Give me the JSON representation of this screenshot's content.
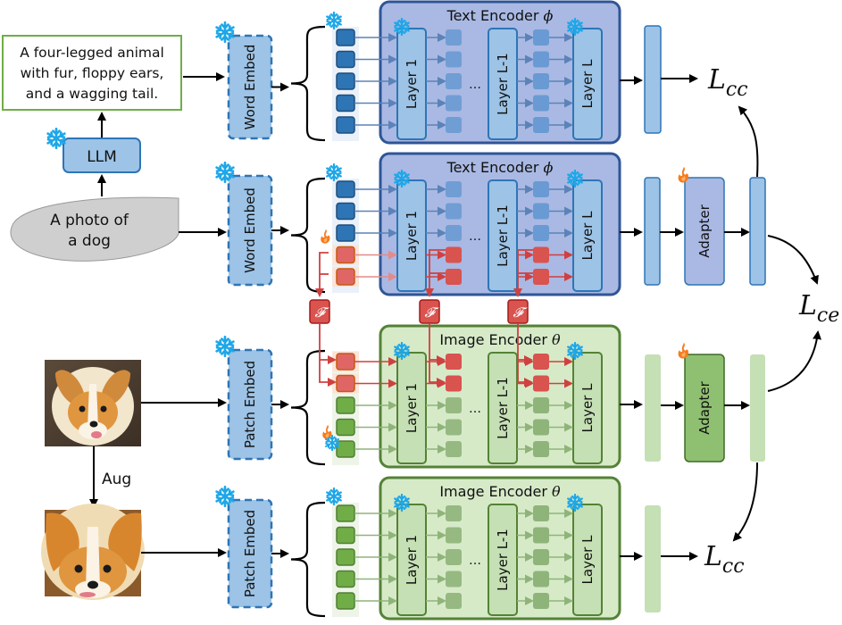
{
  "colors": {
    "text_encoder_fill": "#a9b9e3",
    "text_encoder_stroke": "#2f5597",
    "text_layer_fill": "#9dc3e6",
    "text_layer_stroke": "#2e75b6",
    "text_token": "#2e75b6",
    "text_token_stroke": "#1f4e79",
    "text_feature": "#6a9ad3",
    "image_encoder_fill": "#d6eac8",
    "image_encoder_stroke": "#548235",
    "image_layer_fill": "#c5e0b4",
    "image_token": "#70ad47",
    "image_token_stroke": "#507e32",
    "image_feature": "#8fb47a",
    "prompt_token": "#e06666",
    "prompt_token_stroke": "#c55a11",
    "fusion_fill": "#d9534f",
    "fusion_stroke": "#a61c1c",
    "snowflake": "#1ea7e8",
    "flame": "#f57c20",
    "embed_fill": "#9dc3e6",
    "embed_stroke": "#2e75b6",
    "description_border": "#70ad47",
    "input_text_fill": "#cfcfcf",
    "arrow": "#000000"
  },
  "inputs": {
    "description": [
      "A four-legged animal",
      "with fur, floppy ears,",
      "and a wagging tail."
    ],
    "llm_label": "LLM",
    "prompt": [
      "A photo of",
      "a dog"
    ],
    "aug_label": "Aug",
    "image_original": "dog-photo",
    "image_augmented": "dog-photo-augmented"
  },
  "embeds": {
    "word_embed": "Word Embed",
    "patch_embed": "Patch Embed"
  },
  "encoders": {
    "text_title": "Text Encoder",
    "text_symbol": "ϕ",
    "image_title": "Image Encoder",
    "image_symbol": "θ",
    "layer_first": "Layer 1",
    "layer_penultimate": "Layer L-1",
    "layer_last": "Layer L",
    "ellipsis": "…"
  },
  "fusion_label": "𝓕",
  "adapter_label": "Adapter",
  "losses": {
    "cc_main": "L",
    "cc_sub": "cc",
    "ce_main": "L",
    "ce_sub": "ce"
  }
}
